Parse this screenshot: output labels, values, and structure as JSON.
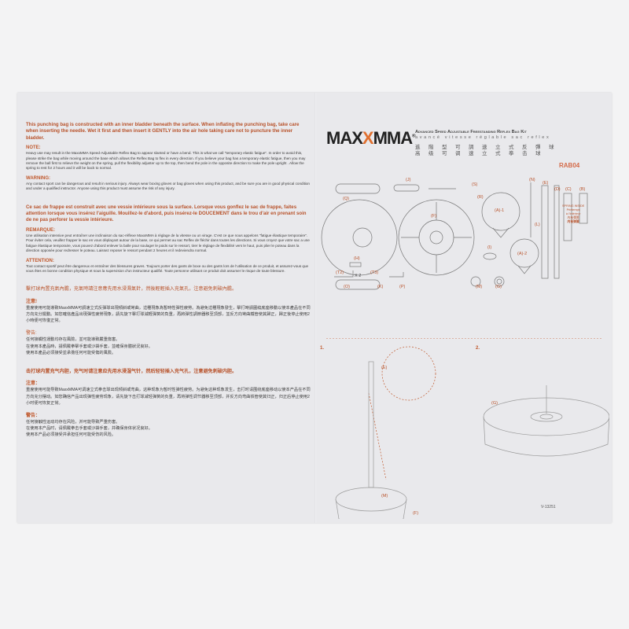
{
  "left": {
    "en": {
      "lead": "This punching bag is constructed with an inner bladder beneath the surface. When inflating the punching bag, take care when inserting the needle. Wet it first and then insert it  GENTLY into the air hole taking care not to puncture the inner bladder.",
      "note_title": "NOTE:",
      "note_body": "Heavy use may result in the MaxxMMA Speed-Adjustable Reflex Bag to appear slanted or have a bend. This is what we call \"temporary elastic fatigue\". In order to avoid this, please strike the bag while moving around the base which allows the Reflex Bag to flex in every direction. If you believe your bag has a temporary elastic fatigue, then you may remove the ball first to relieve the weight on the spring, pull the flexibility adjuster up to the top, then bend the pole in the opposite direction to make the pole upright . Allow the spring to rest for 2 hours and it will be back to normal.",
      "warning_title": "WARNING:",
      "warning_body": "Any contact sport can be dangerous and result in serious injury. Always wear boxing gloves or bag gloves when using this product, and be sure you are in good physical condition and under a qualified instructor. Anyone using this product must assume the risk of any injury."
    },
    "fr": {
      "lead": "Ce sac de frappe est construit avec une vessie intérieure sous la surface. Lorsque vous gonflez le sac de frappe, faites attention lorsque vous insérez l'aiguille. Mouillez-le d'abord, puis insérez-le DOUCEMENT dans le trou d'air en prenant soin de ne pas perforer la vessie intérieure.",
      "note_title": "REMARQUE:",
      "note_body": "Une utilisation intensive peut entraîner une inclinaison du sac-réflexe MaxxMMA à réglage de la vitesse ou un virage. C'est ce que nous appelons \"fatigue élastique temporaire\". Pour éviter cela, veuillez frapper le sac en vous déplaçant autour de la base, ce qui permet au sac Reflex de fléchir dans toutes les directions. Si vous croyez que votre sac a une fatigue élastique temporaire, vous pouvez d'abord enlever la balle pour soulager le poids sur le ressort, tirer le réglage de flexibilité vers le haut, puis plier le poteau dans la direction opposée pour redresser le poteau. Laissez reposer le ressort pendant 2 heures et il redeviendra normal.",
      "warning_title": "ATTENTION:",
      "warning_body": "Tout contact sportif peut être dangereux et entraîner des blessures graves. Toujours porter des gants de boxe ou des gants lors de l'utilisation de ce produit, et assurez-vous que vous êtes en bonne condition physique et sous la supervision d'un instructeur qualifié. Toute personne utilisant ce produit doit assumer le risque de toute blessure."
    },
    "zh_tw": {
      "lead": "擊打球內置充氣內膽，充氣時請注意應先用水浸濕氣針，然後輕輕插入充氣孔，注意避免刺破內膽。",
      "note_title": "注意!",
      "note_body": "重度使用可能導致MaxxMMA可調速立式反彈球出現傾斜或彎曲，這種現象為暫時性彈性疲勞。為避免這種現象發生，擊打時請圍繞底座移動以使本產品在不同方向充分擺動。如您確信產品出現彈性疲勞現象，請先旋下擊打球減輕彈簧的負重，再將彈性調節器移至頂部，並反方向彎曲鐵管使其歸正，歸正後停止使用2小時便可恢復正常。",
      "warning_title": "警告:",
      "warning_body": "任何接觸性運動均存在風險，並可能導致嚴重傷害。\n在使用本產品時，請佩戴拳擊手套或沙袋手套，並確保身體狀況良好。\n使用本產品必須接受並承擔任何可能受傷的風險。"
    },
    "zh_cn": {
      "lead": "击打球内置充气内胆，充气时请注意应先用水浸湿气针，然后轻轻插入充气孔，注意避免刺破内胆。",
      "note_title": "注意：",
      "note_body": "重度使用可能导致MaxxMMA可调速立式拳击球出现倾斜或弯曲，这种现象为暂时性弹性疲劳。为避免这种现象发生，击打时请围绕底座移动以使本产品在不同方向充分摆动。如您确信产品出现弹性疲劳现象，请先旋下击打球减轻弹簧的负重，再将弹性调节器移至顶部，并反方向弯曲铁管使其归正，归正后停止使用2小时便可恢复正常。",
      "warning_title": "警告：",
      "warning_body": "任何接触性运动均存在风险，并可能导致严重伤害。\n在使用本产品时，请佩戴拳击手套或沙袋手套，并确保身体状况良好。\n使用本产品必须接受并承担任何可能受伤的风险。"
    }
  },
  "right": {
    "logo": "MAXXMMA",
    "kit_title": "Advanced Speed Adjustable Freestanding Reflex Bag Kit",
    "kit_title_fr": "avancé vitesse réglable sac reflex",
    "kit_title_zh_tw": "進階型可調速立式反彈球",
    "kit_title_zh_cn": "高级可调速立式拳击球",
    "model": "RAB04",
    "parts": {
      "Q": "(Q)",
      "J": "(J)",
      "S": "(S)",
      "R": "(R)",
      "F": "(F)",
      "A1": "(A)-1",
      "A2": "(A)-2",
      "N": "(N)",
      "E": "(E)",
      "L": "(L)",
      "D": "(D)",
      "C": "(C)",
      "B": "(B)",
      "I": "(I)",
      "H": "(H)",
      "T2": "(T2)",
      "T3": "(T3)",
      "x2": "X 2",
      "O": "(O)",
      "K": "(K)",
      "P": "(P)",
      "M": "(M)",
      "G": "(G)"
    },
    "spring_note": [
      "SPRING INSIDE",
      "Printemps",
      "à l'intérieur",
      "內有彈簧",
      "内有弹簧"
    ],
    "steps": {
      "step1": "1.",
      "step2": "2.",
      "s1_E": "(E)",
      "s1_M": "(M)",
      "s1_F": "(F)",
      "s2_G": "(G)"
    },
    "doc_code": "V-13251"
  }
}
